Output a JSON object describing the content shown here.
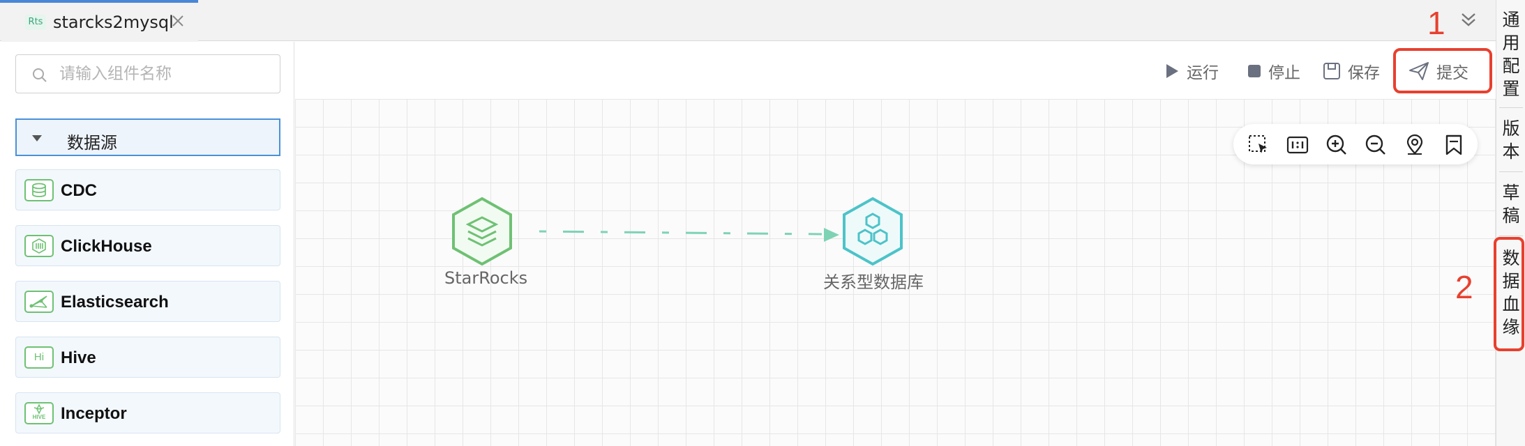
{
  "tab": {
    "badge": "Rts",
    "title": "starcks2mysql"
  },
  "sidebar": {
    "search_placeholder": "请输入组件名称",
    "group": "数据源",
    "components": [
      {
        "label": "CDC",
        "icon": "database-icon"
      },
      {
        "label": "ClickHouse",
        "icon": "clickhouse-icon"
      },
      {
        "label": "Elasticsearch",
        "icon": "elasticsearch-icon"
      },
      {
        "label": "Hive",
        "icon": "hive-icon",
        "icon_text": "Hi"
      },
      {
        "label": "Inceptor",
        "icon": "inceptor-icon",
        "icon_text": "HIVE"
      }
    ]
  },
  "toolbar": {
    "run": "运行",
    "stop": "停止",
    "save": "保存",
    "submit": "提交"
  },
  "canvas": {
    "nodes": [
      {
        "label": "StarRocks",
        "icon": "layers-icon"
      },
      {
        "label": "关系型数据库",
        "icon": "hexagons-icon"
      }
    ]
  },
  "right_rail": {
    "items": [
      {
        "label": [
          "通",
          "用",
          "配",
          "置"
        ]
      },
      {
        "label": [
          "版",
          "本"
        ]
      },
      {
        "label": [
          "草",
          "稿"
        ]
      },
      {
        "label": [
          "数",
          "据",
          "血",
          "缘"
        ]
      }
    ]
  },
  "annotations": {
    "marker1": "1",
    "marker2": "2"
  },
  "colors": {
    "accent": "#4a86d8",
    "highlight": "#e8402e",
    "node_green": "#6ec173",
    "node_teal": "#4cc3c9"
  }
}
